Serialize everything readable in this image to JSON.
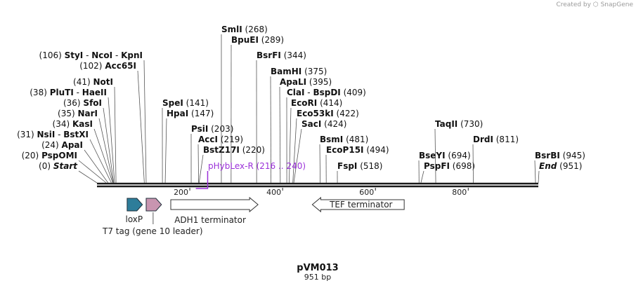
{
  "brand": {
    "prefix": "Created by",
    "name": "SnapGene"
  },
  "plasmid": {
    "name": "pVM013",
    "length_label": "951 bp",
    "length": 951
  },
  "axis": {
    "ticks": [
      200,
      400,
      600,
      800
    ]
  },
  "sites": [
    {
      "name": "Start",
      "pos": 0,
      "pos_label": "(0)",
      "italic": true
    },
    {
      "name": "PspOMI",
      "pos": 20,
      "pos_label": "(20)"
    },
    {
      "name": "ApaI",
      "pos": 24,
      "pos_label": "(24)"
    },
    {
      "name": "NsiI",
      "alt": "BstXI",
      "pos": 31,
      "pos_label": "(31)"
    },
    {
      "name": "KasI",
      "pos": 34,
      "pos_label": "(34)"
    },
    {
      "name": "NarI",
      "pos": 35,
      "pos_label": "(35)"
    },
    {
      "name": "SfoI",
      "pos": 36,
      "pos_label": "(36)"
    },
    {
      "name": "PluTI",
      "alt": "HaeII",
      "pos": 38,
      "pos_label": "(38)"
    },
    {
      "name": "NotI",
      "pos": 41,
      "pos_label": "(41)"
    },
    {
      "name": "Acc65I",
      "pos": 102,
      "pos_label": "(102)"
    },
    {
      "name": "StyI",
      "alt": "NcoI",
      "alt2": "KpnI",
      "pos": 106,
      "pos_label": "(106)"
    },
    {
      "name": "SpeI",
      "pos": 141,
      "pos_label": "(141)"
    },
    {
      "name": "HpaI",
      "pos": 147,
      "pos_label": "(147)"
    },
    {
      "name": "PsiI",
      "pos": 203,
      "pos_label": "(203)"
    },
    {
      "name": "AccI",
      "pos": 219,
      "pos_label": "(219)"
    },
    {
      "name": "BstZ17I",
      "pos": 220,
      "pos_label": "(220)"
    },
    {
      "name": "SmlI",
      "pos": 268,
      "pos_label": "(268)"
    },
    {
      "name": "BpuEI",
      "pos": 289,
      "pos_label": "(289)"
    },
    {
      "name": "BsrFI",
      "pos": 344,
      "pos_label": "(344)"
    },
    {
      "name": "BamHI",
      "pos": 375,
      "pos_label": "(375)"
    },
    {
      "name": "ApaLI",
      "pos": 395,
      "pos_label": "(395)"
    },
    {
      "name": "ClaI",
      "alt": "BspDI",
      "pos": 409,
      "pos_label": "(409)"
    },
    {
      "name": "EcoRI",
      "pos": 414,
      "pos_label": "(414)"
    },
    {
      "name": "Eco53kI",
      "pos": 422,
      "pos_label": "(422)"
    },
    {
      "name": "SacI",
      "pos": 424,
      "pos_label": "(424)"
    },
    {
      "name": "BsmI",
      "pos": 481,
      "pos_label": "(481)"
    },
    {
      "name": "EcoP15I",
      "pos": 494,
      "pos_label": "(494)"
    },
    {
      "name": "FspI",
      "pos": 518,
      "pos_label": "(518)"
    },
    {
      "name": "BseYI",
      "pos": 694,
      "pos_label": "(694)"
    },
    {
      "name": "PspFI",
      "pos": 698,
      "pos_label": "(698)"
    },
    {
      "name": "TaqII",
      "pos": 730,
      "pos_label": "(730)"
    },
    {
      "name": "DrdI",
      "pos": 811,
      "pos_label": "(811)"
    },
    {
      "name": "BsrBI",
      "pos": 945,
      "pos_label": "(945)"
    },
    {
      "name": "End",
      "pos": 951,
      "pos_label": "(951)",
      "italic": true
    }
  ],
  "primer": {
    "name": "pHybLex-R",
    "range_label": "(216 .. 240)",
    "start": 216,
    "end": 240,
    "color": "#9b30d9"
  },
  "features": [
    {
      "name": "loxP",
      "start": 65,
      "end": 98,
      "direction": "forward",
      "color": "#2e7d9a"
    },
    {
      "name": "T7 tag (gene 10 leader)",
      "start": 106,
      "end": 139,
      "direction": "forward",
      "color": "#c895b0"
    },
    {
      "name": "ADH1 terminator",
      "start": 159,
      "end": 347,
      "direction": "forward",
      "color": "#ffffff"
    },
    {
      "name": "TEF terminator",
      "start": 464,
      "end": 662,
      "direction": "reverse",
      "color": "#ffffff"
    }
  ],
  "colors": {
    "backbone": "#1a1a1a",
    "leader_line": "#555555"
  }
}
